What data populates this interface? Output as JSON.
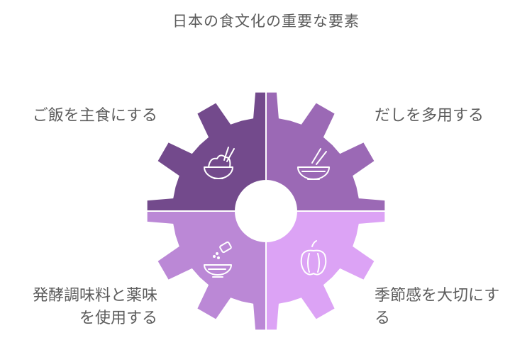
{
  "title": "日本の食文化の重要な要素",
  "colors": {
    "top_left": "#734a8c",
    "top_right": "#9b69b5",
    "bottom_left": "#bb88d6",
    "bottom_right": "#dca3f5",
    "text": "#5c5c5c"
  },
  "segments": [
    {
      "id": "top_left",
      "icon": "rice-bowl-chopsticks-icon",
      "lines": [
        "ご飯を主食にする"
      ]
    },
    {
      "id": "top_right",
      "icon": "soup-bowl-chopsticks-icon",
      "lines": [
        "だしを多用する"
      ]
    },
    {
      "id": "bottom_left",
      "icon": "seasoning-shaker-bowl-icon",
      "lines": [
        "発酵調味料と薬味",
        "を使用する"
      ]
    },
    {
      "id": "bottom_right",
      "icon": "bell-pepper-icon",
      "lines": [
        "季節感を大切にす",
        "る"
      ]
    }
  ]
}
